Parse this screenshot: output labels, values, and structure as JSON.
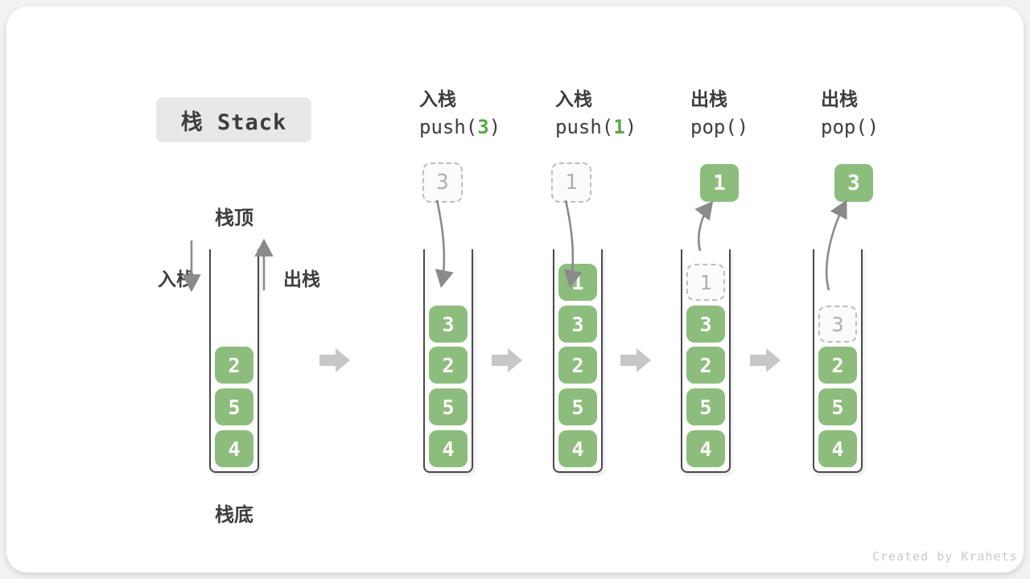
{
  "title": "栈 Stack",
  "footer": "Created by Krahets",
  "side_labels": {
    "stack_top": "栈顶",
    "stack_bottom": "栈底",
    "push": "入栈",
    "pop": "出栈"
  },
  "operations": [
    {
      "label": "入栈",
      "pre": "push(",
      "arg": "3",
      "post": ")"
    },
    {
      "label": "入栈",
      "pre": "push(",
      "arg": "1",
      "post": ")"
    },
    {
      "label": "出栈",
      "pre": "pop(",
      "arg": "",
      "post": ")"
    },
    {
      "label": "出栈",
      "pre": "pop(",
      "arg": "",
      "post": ")"
    }
  ],
  "floating": [
    {
      "style": "ghost",
      "value": "3"
    },
    {
      "style": "ghost",
      "value": "1"
    },
    {
      "style": "solid",
      "value": "1"
    },
    {
      "style": "solid",
      "value": "3"
    }
  ],
  "stacks": [
    {
      "cells": [
        {
          "value": "2"
        },
        {
          "value": "5"
        },
        {
          "value": "4"
        }
      ]
    },
    {
      "cells": [
        {
          "value": "3"
        },
        {
          "value": "2"
        },
        {
          "value": "5"
        },
        {
          "value": "4"
        }
      ]
    },
    {
      "cells": [
        {
          "value": "1"
        },
        {
          "value": "3"
        },
        {
          "value": "2"
        },
        {
          "value": "5"
        },
        {
          "value": "4"
        }
      ]
    },
    {
      "cells": [
        {
          "value": "1",
          "ghost": true
        },
        {
          "value": "3"
        },
        {
          "value": "2"
        },
        {
          "value": "5"
        },
        {
          "value": "4"
        }
      ]
    },
    {
      "cells": [
        {
          "value": "3",
          "ghost": true
        },
        {
          "value": "2"
        },
        {
          "value": "5"
        },
        {
          "value": "4"
        }
      ]
    }
  ],
  "colors": {
    "block_green": "#8dbd7d",
    "accent_green": "#5aa64a",
    "text_dark": "#3d3d3d",
    "arrow_gray": "#8a8a8a",
    "flow_arrow_gray": "#c7c7c7",
    "ghost_border": "#bdbdbd",
    "badge_bg": "#e8e8e8"
  }
}
